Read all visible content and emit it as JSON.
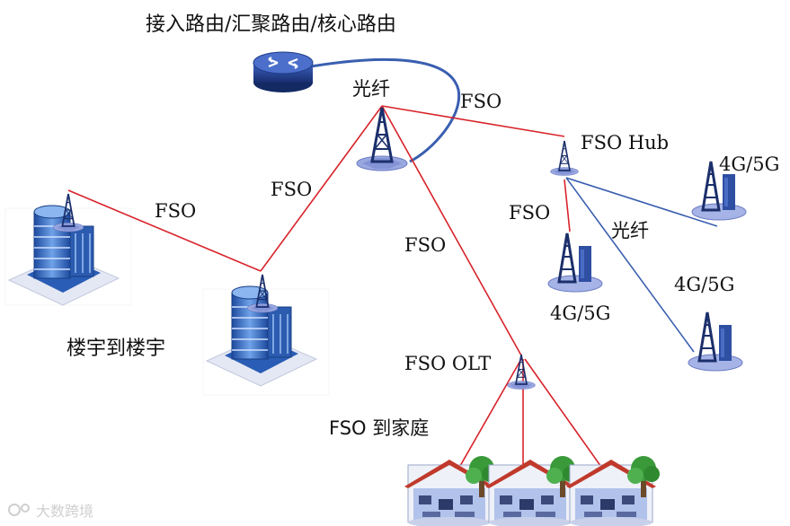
{
  "labels": {
    "router_title": "接入路由/汇聚路由/核心路由",
    "fiber_top": "光纤",
    "fso_router": "FSO",
    "fso_hub": "FSO Hub",
    "fso_left_upper": "FSO",
    "fso_building": "FSO",
    "fso_center": "FSO",
    "fso_hub_down": "FSO",
    "fiber_hub": "光纤",
    "cell_top": "4G/5G",
    "cell_mid": "4G/5G",
    "cell_bottom": "4G/5G",
    "building_to_building": "楼宇到楼宇",
    "fso_olt": "FSO OLT",
    "fso_home": "FSO 到家庭",
    "watermark": "大数跨境"
  },
  "colors": {
    "fso_link": "#d8232a",
    "fiber_link": "#3a5fb0",
    "router_body": "#1f3d8a",
    "tower": "#1b2f6b",
    "platform": "#8a9ad8",
    "building": "#2a5db5",
    "house_roof": "#c0392b",
    "tree": "#3a9a3a"
  },
  "icons": [
    "router-icon",
    "tower-icon",
    "building-icon",
    "cell-site-icon",
    "house-icon",
    "tree-icon"
  ]
}
